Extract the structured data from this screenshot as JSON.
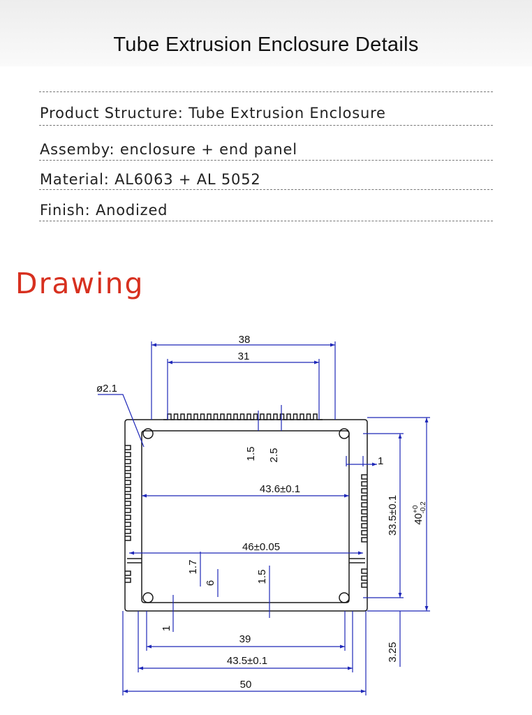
{
  "header": {
    "title": "Tube Extrusion Enclosure Details"
  },
  "specs": [
    {
      "label": "Product Structure:",
      "value": "Tube Extrusion Enclosure"
    },
    {
      "label": "Assemby:",
      "value": "enclosure + end panel"
    },
    {
      "label": "Material:",
      "value": "AL6063 + AL 5052"
    },
    {
      "label": "Finish:",
      "value": "Anodized"
    }
  ],
  "section": {
    "heading": "Drawing"
  },
  "drawing": {
    "dimensions": {
      "d38": "38",
      "d31": "31",
      "hole": "ø2.1",
      "d1_5_top": "1.5",
      "d2_5": "2.5",
      "d1_right": "1",
      "d43_6": "43.6±0.1",
      "d33_5": "33.5±0.1",
      "d40": "40",
      "d40_tol_upper": "+0",
      "d40_tol_lower": "-0.2",
      "d46": "46±0.05",
      "d1_7": "1.7",
      "d6": "6",
      "d1_5_mid": "1.5",
      "d1_bottom": "1",
      "d39": "39",
      "d43_5": "43.5±0.1",
      "d3_25": "3.25",
      "d50": "50"
    },
    "colors": {
      "outline": "#1a1a1a",
      "dimension": "#1f28b8",
      "accent": "#d7301f"
    }
  }
}
